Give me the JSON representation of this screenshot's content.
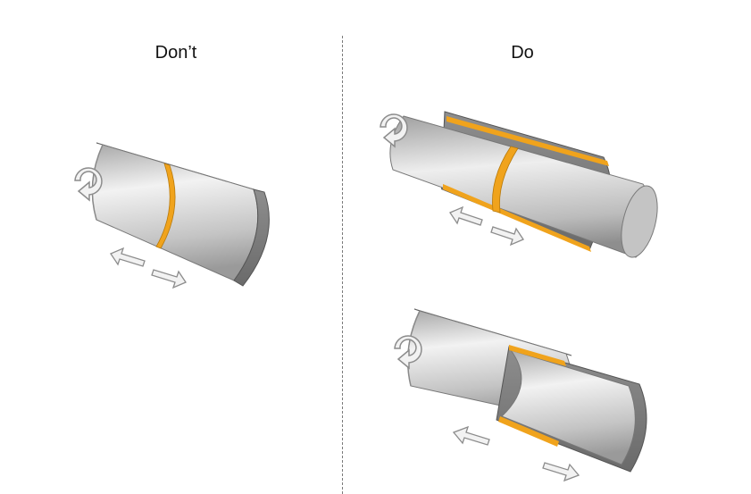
{
  "headings": {
    "dont": "Don’t",
    "do": "Do"
  },
  "colors": {
    "pipe_light": "#e4e4e4",
    "pipe_mid": "#b8b8b8",
    "pipe_dark": "#8a8a8a",
    "pipe_edge": "#6e6e6e",
    "weld": "#f0a31c",
    "arrow_fill": "#f2f2f2",
    "arrow_stroke": "#8c8c8c",
    "divider": "#7a7a7a"
  },
  "icons": {
    "rotation": "rotate-clockwise-icon",
    "axial_motion": "double-arrow-icon"
  },
  "panels": [
    {
      "id": "dont",
      "scene": "half-shell-single-weld"
    },
    {
      "id": "do-top",
      "scene": "half-shell-on-solid-rod"
    },
    {
      "id": "do-bottom",
      "scene": "overlapping-half-shells"
    }
  ]
}
